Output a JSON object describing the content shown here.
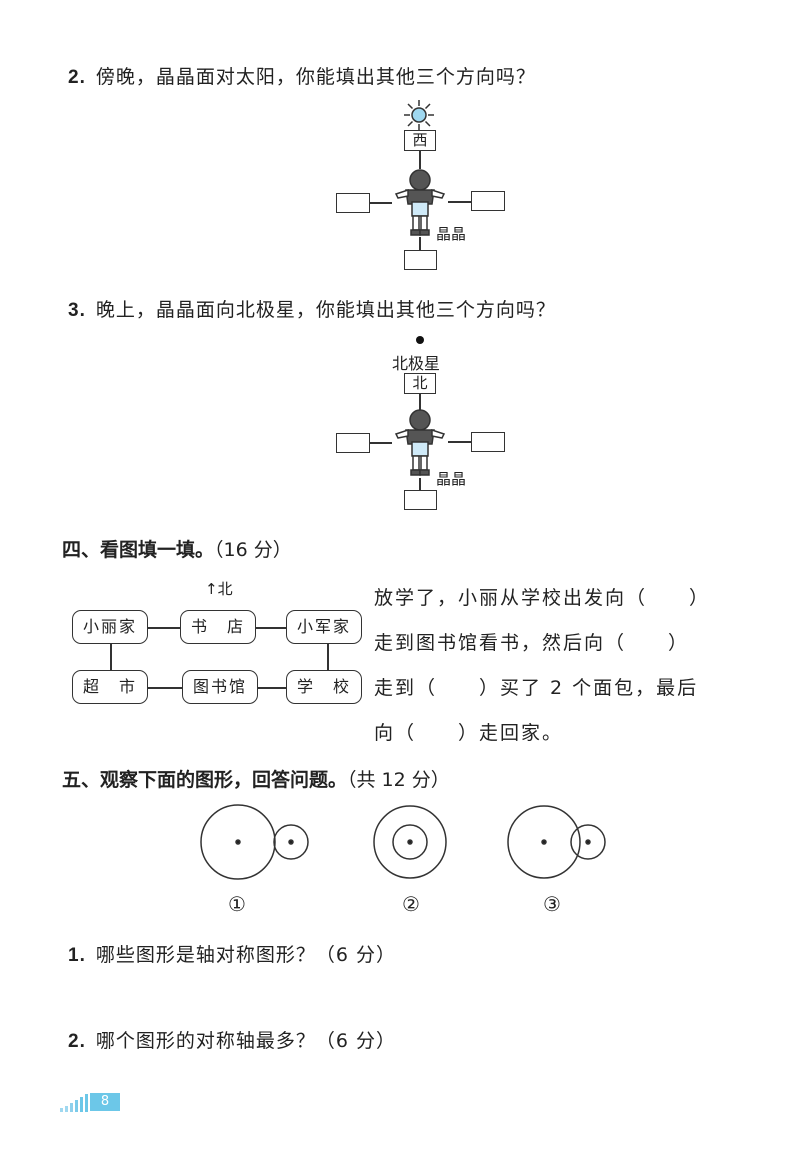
{
  "q2": {
    "number": "2.",
    "text": "傍晚，晶晶面对太阳，你能填出其他三个方向吗？",
    "known_direction": "西",
    "person_label": "晶晶"
  },
  "q3": {
    "number": "3.",
    "text": "晚上，晶晶面向北极星，你能填出其他三个方向吗？",
    "star_label": "北极星",
    "known_direction": "北",
    "person_label": "晶晶"
  },
  "section4": {
    "title": "四、看图填一填。",
    "points": "（16 分）",
    "north_label": "↑北",
    "map": {
      "xiaoli_home": "小丽家",
      "bookstore": "书　店",
      "xiaojun_home": "小军家",
      "supermarket": "超　市",
      "library": "图书馆",
      "school": "学　校"
    },
    "text_lines": [
      "放学了，小丽从学校出发向（　　）",
      "走到图书馆看书，然后向（　　）",
      "走到（　　）买了 2 个面包，最后",
      "向（　　）走回家。"
    ]
  },
  "section5": {
    "title": "五、观察下面的图形，回答问题。",
    "points": "（共 12 分）",
    "figure_labels": [
      "①",
      "②",
      "③"
    ],
    "q1": {
      "number": "1.",
      "text": "哪些图形是轴对称图形？（6 分）"
    },
    "q2": {
      "number": "2.",
      "text": "哪个图形的对称轴最多？（6 分）"
    }
  },
  "footer": {
    "page_number": "8"
  }
}
